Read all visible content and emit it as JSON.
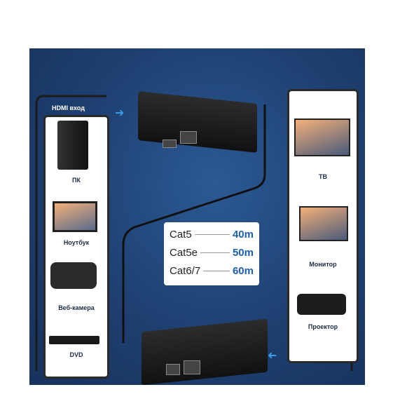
{
  "left_panel": {
    "title": "HDMI вход",
    "items": [
      "ПК",
      "Ноутбук",
      "Веб-камера",
      "DVD"
    ]
  },
  "right_panel": {
    "title": "HDMI выход",
    "items": [
      "ТВ",
      "Монитор",
      "Проектор"
    ]
  },
  "cable_specs": [
    {
      "cable": "Cat5",
      "distance": "40m"
    },
    {
      "cable": "Cat5e",
      "distance": "50m"
    },
    {
      "cable": "Cat6/7",
      "distance": "60m"
    }
  ],
  "colors": {
    "accent": "#1d5fb0",
    "background": "#1e3f70"
  }
}
